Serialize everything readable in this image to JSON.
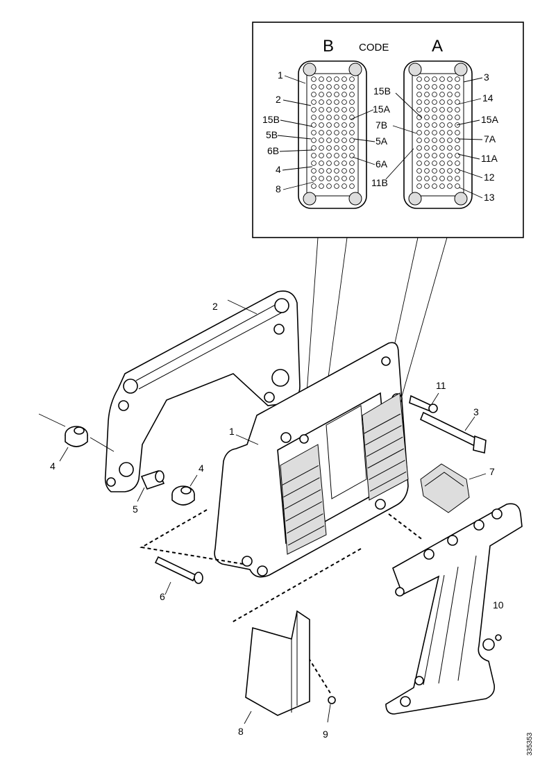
{
  "inset": {
    "connector_b": "B",
    "code": "CODE",
    "connector_a": "A",
    "labels_left": [
      "1",
      "2",
      "15B",
      "5B",
      "6B",
      "4",
      "8"
    ],
    "labels_mid_left": [
      "15A",
      "5A",
      "6A",
      "11B"
    ],
    "labels_mid_right": [
      "15B",
      "7B"
    ],
    "labels_right": [
      "3",
      "14",
      "15A",
      "7A",
      "11A",
      "12",
      "13"
    ]
  },
  "parts": [
    "1",
    "2",
    "3",
    "4",
    "4",
    "5",
    "6",
    "7",
    "8",
    "9",
    "10",
    "11"
  ],
  "reference": "335353"
}
